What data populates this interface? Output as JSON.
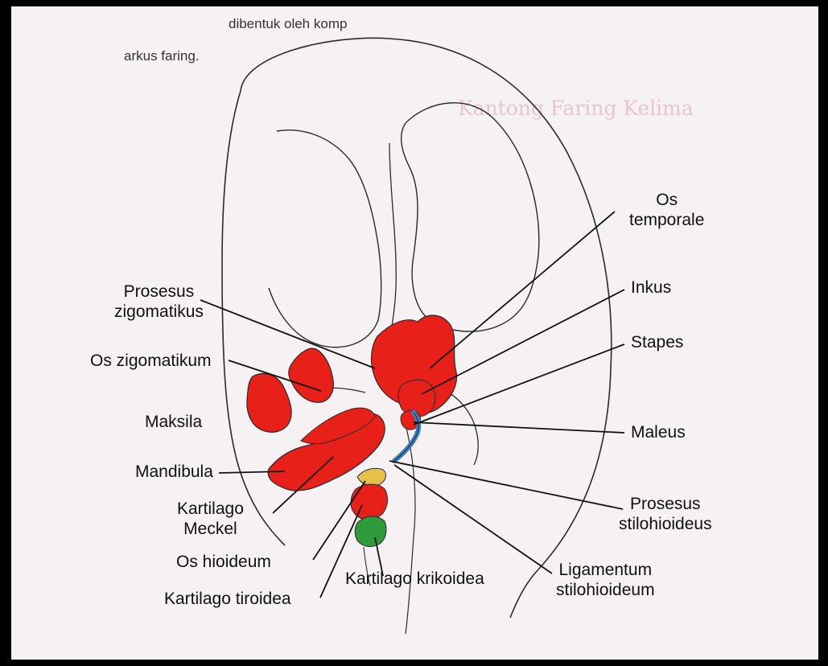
{
  "background_text": {
    "top_line_1": "dibentuk oleh komp",
    "top_line_2": "arkus faring.",
    "heading": "Kantong Faring Kelima"
  },
  "labels": {
    "os_temporale_1": "Os",
    "os_temporale_2": "temporale",
    "inkus": "Inkus",
    "stapes": "Stapes",
    "maleus": "Maleus",
    "prosesus_stilohioideus_1": "Prosesus",
    "prosesus_stilohioideus_2": "stilohioideus",
    "ligamentum_1": "Ligamentum",
    "ligamentum_2": "stilohioideum",
    "prosesus_zigomatikus_1": "Prosesus",
    "prosesus_zigomatikus_2": "zigomatikus",
    "os_zigomatikum": "Os zigomatikum",
    "maksila": "Maksila",
    "mandibula": "Mandibula",
    "kartilago_meckel_1": "Kartilago",
    "kartilago_meckel_2": "Meckel",
    "os_hioideum": "Os hioideum",
    "kartilago_tiroidea": "Kartilago tiroidea",
    "kartilago_krikoidea": "Kartilago krikoidea"
  },
  "colors": {
    "red_structures": "#e8201a",
    "green_cartilage": "#2e9a3c",
    "yellow_cartilage": "#e6c24a",
    "blue_stapes": "#3f7fc2",
    "outline": "#2a2a2a"
  }
}
